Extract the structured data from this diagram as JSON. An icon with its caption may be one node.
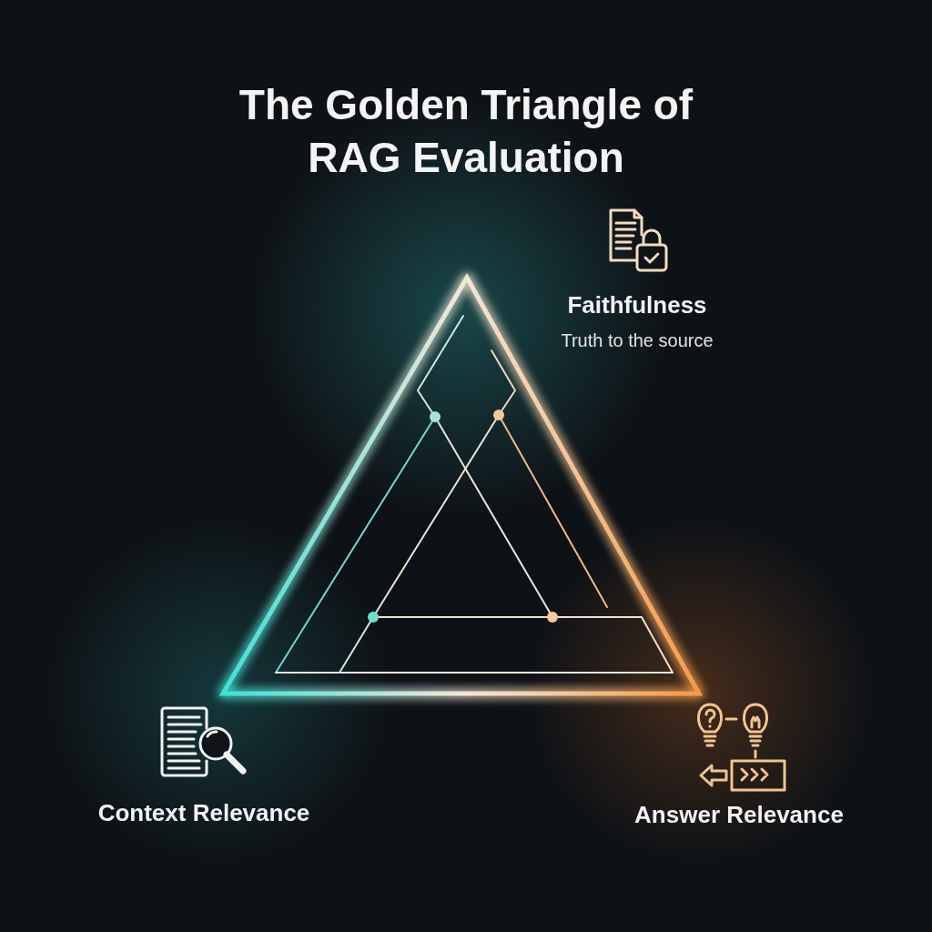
{
  "diagram": {
    "title": "The Golden Triangle of RAG Evaluation",
    "nodes": [
      {
        "text": [
          "Faithfulness",
          "Truth to the source"
        ]
      },
      {
        "text": [
          "Context Relevance"
        ]
      },
      {
        "text": [
          "Answer Relevance"
        ]
      }
    ]
  }
}
